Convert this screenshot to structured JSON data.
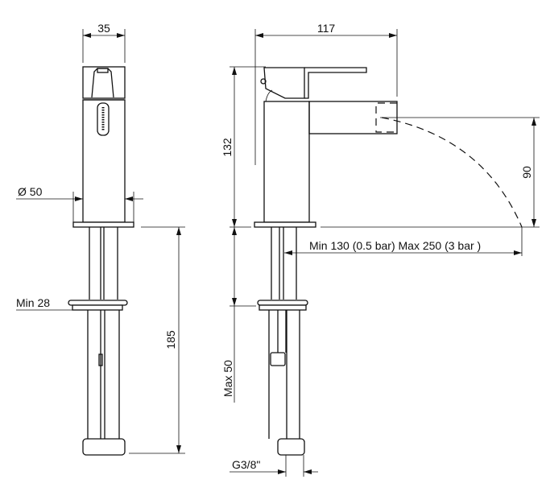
{
  "dimensions": {
    "width_35": "35",
    "diameter_50": "Ø 50",
    "min_28": "Min 28",
    "height_185": "185",
    "width_117": "117",
    "height_132": "132",
    "height_90": "90",
    "projection": "Min 130 (0.5 bar) Max 250 (3 bar )",
    "max_50": "Max 50",
    "thread": "G3/8\""
  }
}
